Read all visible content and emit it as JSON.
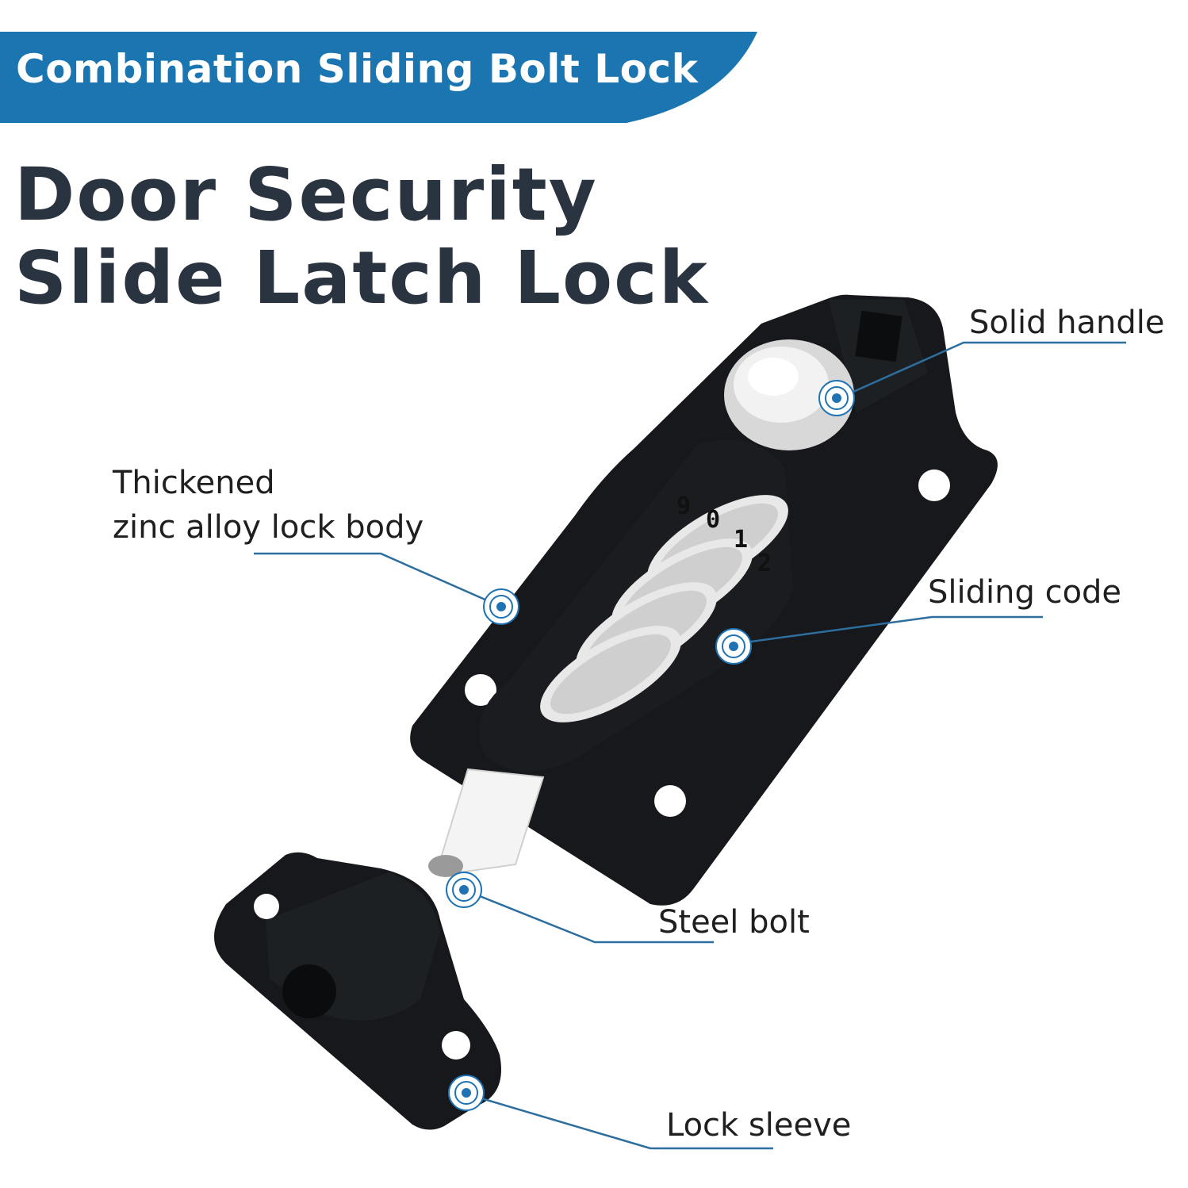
{
  "banner": {
    "text": "Combination Sliding Bolt Lock",
    "color": "#1b75b0"
  },
  "headline": {
    "line1": "Door Security",
    "line2": "Slide Latch Lock"
  },
  "callouts": {
    "solid_handle": "Solid handle",
    "lock_body_line1": "Thickened",
    "lock_body_line2": "zinc alloy lock body",
    "sliding_code": "Sliding code",
    "steel_bolt": "Steel bolt",
    "lock_sleeve": "Lock sleeve"
  },
  "dials": {
    "digits": [
      "9",
      "0",
      "1",
      "2"
    ]
  },
  "colors": {
    "callout_line": "#2e6e9e",
    "marker": "#1f73b3",
    "lock_body": "#15171a",
    "headline": "#2a3440"
  }
}
